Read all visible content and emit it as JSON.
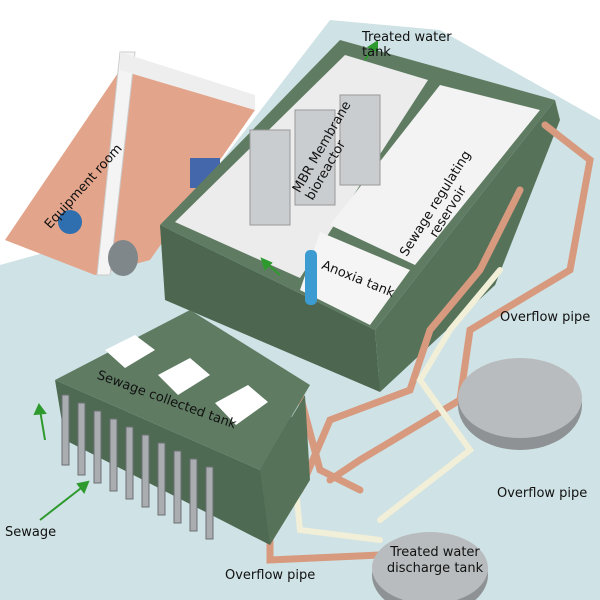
{
  "labels": {
    "treated_water_tank": "Treated water tank",
    "equipment_room": "Equipment room",
    "mbr": "MBR Membrane bioreactor",
    "regulating": "Sewage regulating reservoir",
    "anoxia": "Anoxia tank",
    "overflow_1": "Overflow pipe",
    "overflow_2": "Overflow pipe",
    "overflow_3": "Overflow pipe",
    "collected": "Sewage collected tank",
    "sewage": "Sewage",
    "discharge": "Treated water discharge tank"
  },
  "colors": {
    "ground": "#cfe2e5",
    "wall_green": "#4e6a52",
    "top_green": "#5f7c63",
    "floor": "#e2a48a",
    "pipe": "#d79a7f",
    "flow_arrow": "#2e9a2e"
  }
}
